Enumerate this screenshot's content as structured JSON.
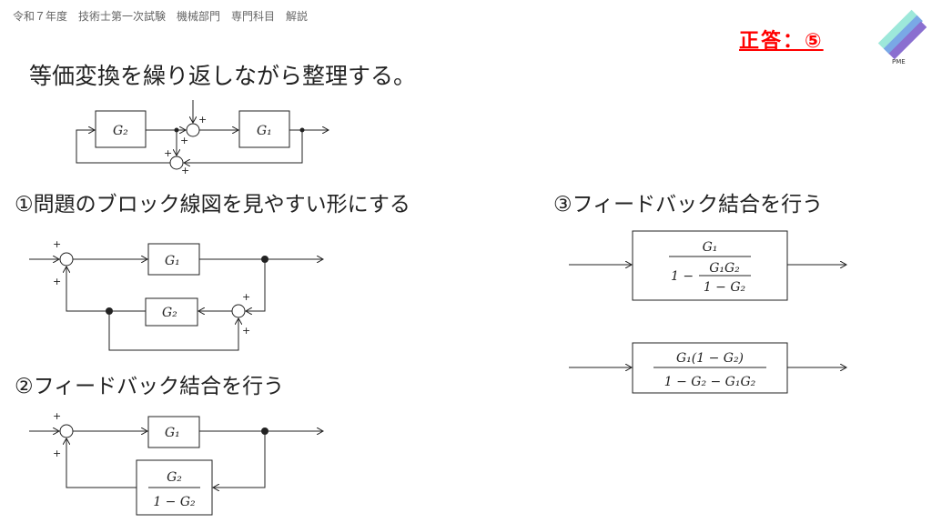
{
  "header": {
    "title": "令和７年度　技術士第一次試験　機械部門　専門科目　解説"
  },
  "answer": {
    "label": "正答：⑤"
  },
  "logo": {
    "text": "PME"
  },
  "lead": "等価変換を繰り返しながら整理する。",
  "steps": [
    {
      "label": "①問題のブロック線図を見やすい形にする"
    },
    {
      "label": "②フィードバック結合を行う"
    },
    {
      "label": "③フィードバック結合を行う"
    }
  ],
  "blocks": {
    "g1": "G₁",
    "g2": "G₂",
    "plus": "+",
    "frac2_num": "G₂",
    "frac2_den": "1 − G₂",
    "frac3_num": "G₁",
    "frac3_den_prefix": "1 −",
    "frac3_inner_num": "G₁G₂",
    "frac3_inner_den": "1 − G₂",
    "final_num": "G₁(1 − G₂)",
    "final_den": "1 − G₂ − G₁G₂"
  }
}
